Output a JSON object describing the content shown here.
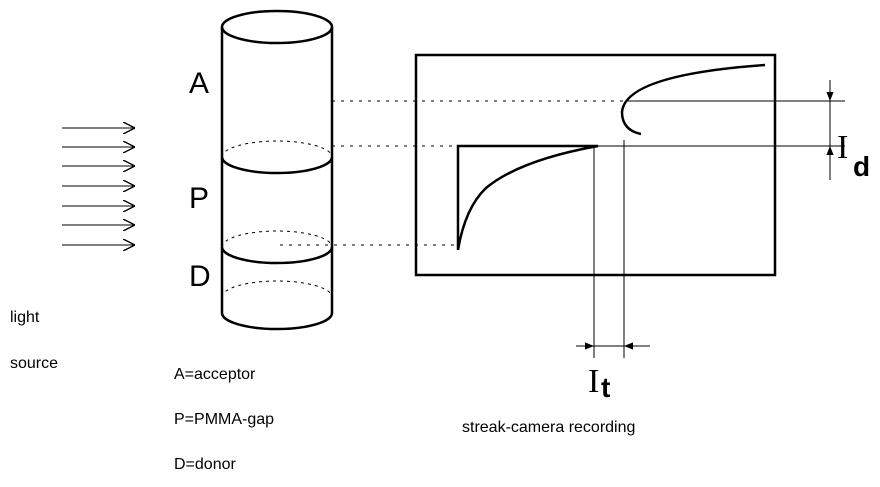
{
  "cylinder": {
    "layer_letters": {
      "acceptor": "A",
      "gap": "P",
      "donor": "D"
    }
  },
  "light_source": {
    "line1": "light",
    "line2": "source"
  },
  "legend": {
    "acceptor": "A=acceptor",
    "gap": "P=PMMA-gap",
    "donor": "D=donor"
  },
  "recording": {
    "caption": "streak-camera recording"
  },
  "intervals": {
    "distance": {
      "symbol": "I",
      "subscript": "d"
    },
    "time": {
      "symbol": "I",
      "subscript": "t"
    }
  }
}
